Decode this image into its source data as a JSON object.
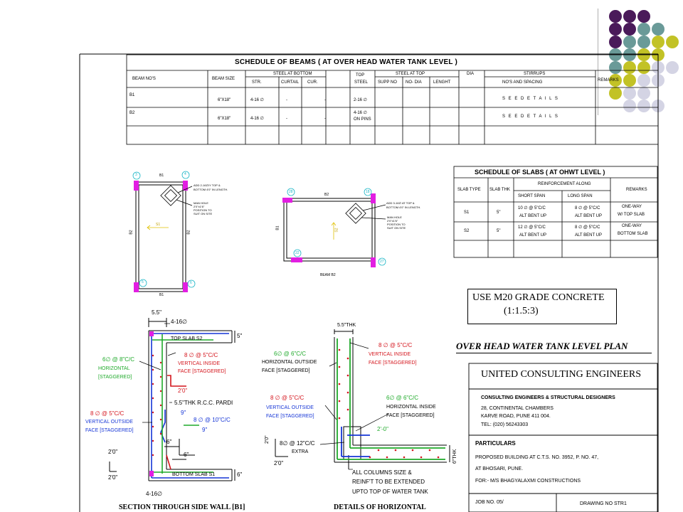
{
  "slide": {
    "deco_colors": [
      "#4a1a5a",
      "#6a9a98",
      "#c2c226",
      "#d4d4e4"
    ]
  },
  "beam_schedule": {
    "title": "SCHEDULE OF BEAMS ( AT OVER HEAD WATER TANK LEVEL )",
    "h_beam_nos": "BEAM NO'S",
    "h_beam_size": "BEAM SIZE",
    "h_steel_bottom": "STEEL AT BOTTOM",
    "h_str": "STR.",
    "h_curtail": "CURTAIL",
    "h_cur": "CUR.",
    "h_top": "TOP",
    "h_steel": "STEEL",
    "h_steel_top": "STEEL AT TOP",
    "h_supp_no": "SUPP NO",
    "h_no_dia": "NO- DIA",
    "h_lenght": "LENGHT",
    "h_dia": "DIA",
    "h_stirrups": "STIRRUPS",
    "h_nos_spacing": "NO'S AND SPACING",
    "h_remarks": "REMARKS",
    "rows": [
      {
        "beam": "B1",
        "size": "6\"X18\"",
        "str": "4-16 ∅",
        "curtail": "-",
        "cur": "-",
        "top1": "2-16 ∅",
        "top2": "",
        "stirrups": "S E E   D E T A I L S"
      },
      {
        "beam": "B2",
        "size": "6\"X18\"",
        "str": "4-16 ∅",
        "curtail": "-",
        "cur": "-",
        "top1": "4-16 ∅",
        "top2": "ON PINS",
        "stirrups": "S E E   D E T A I L S"
      }
    ]
  },
  "slab_schedule": {
    "title": "SCHEDULE OF SLABS ( AT OHWT LEVEL )",
    "h_slab_type": "SLAB TYPE",
    "h_slab_thk": "SLAB THK",
    "h_reinf": "REINFORCEMENT ALONG",
    "h_short": "SHORT SPAN",
    "h_long": "LONG SPAN",
    "h_remarks": "REMARKS",
    "rows": [
      {
        "type": "S1",
        "thk": "5\"",
        "short1": "10 ∅ @ 5\"C/C",
        "short2": "ALT BENT UP",
        "long1": "8 ∅ @ 5\"C/C",
        "long2": "ALT BENT UP",
        "rem1": "ONE-WAY",
        "rem2": "W/ TOP SLAB"
      },
      {
        "type": "S2",
        "thk": "5\"",
        "short1": "12 ∅ @ 5\"C/C",
        "short2": "ALT BENT UP",
        "long1": "8 ∅ @ 5\"C/C",
        "long2": "ALT BENT UP",
        "rem1": "ONE-WAY",
        "rem2": "BOTTOM SLAB"
      }
    ]
  },
  "plan_left": {
    "col_tl": "3",
    "col_tr": "4",
    "col_bl": "5",
    "col_br": "6",
    "beam_top": "B1",
    "beam_bottom": "B1",
    "beam_left": "B2",
    "beam_right": "B2",
    "slab": "S1",
    "note1": "ADD 2-16∅/Y TOP &",
    "note2": "BOTTOM 4'0\" IN LENGTH.",
    "hole1": "MAN HOLE",
    "hole2": "2'0\"x1'6\"",
    "hole3": "POSITION TO",
    "hole4": "SUIT ON SITE"
  },
  "plan_right": {
    "col_tl": "28",
    "col_tr": "18",
    "col_bl": "22",
    "col_br": "27",
    "beam_top": "B2",
    "beam_bottom": "BEAM B2",
    "beam_left": "B1",
    "slab": "S2",
    "note1": "ADD 3-16∅ AT TOP &",
    "note2": "BOTTOM 4'0\" IN LENGTH.",
    "hole1": "MAN HOLE",
    "hole2": "2'0\"x1'6\"",
    "hole3": "POSITION TO",
    "hole4": "SUIT ON SITE"
  },
  "concrete": {
    "line1": "USE M20 GRADE CONCRETE",
    "line2": "(1:1.5:3)"
  },
  "drawing_title": "OVER HEAD WATER TANK LEVEL PLAN",
  "title_block": {
    "company": "UNITED CONSULTING ENGINEERS",
    "sub": "CONSULTING ENGINEERS & STRUCTURAL DESIGNERS",
    "addr1": "28, CONTINENTAL CHAMBERS",
    "addr2": "KARVE ROAD, PUNE 411 004.",
    "tel": "TEL: (020) 56243303",
    "particulars": "PARTICULARS",
    "p1": "PROPOSED BUILDING AT C.T.S. NO. 3952, P. NO. 47,",
    "p2": "AT BHOSARI, PUNE.",
    "p3": "FOR:- M/S BHAGYALAXMI CONSTRUCTIONS",
    "job": "JOB NO. 05/",
    "drawing": "DRAWING NO STR1"
  },
  "section_side": {
    "dim_top": "5.5\"",
    "bar_top": "4-16∅",
    "top_slab": "TOP SLAB S2",
    "dim_5a": "5\"",
    "vert_inside1": "8 ∅ @ 5\"C/C",
    "vert_inside2": "VERTICAL INSIDE",
    "vert_inside3": "FACE [STAGGERED]",
    "horiz1": "6∅ @ 8\"C/C",
    "horiz2": "HORIZONTAL",
    "horiz3": "[STAGGERED]",
    "dim_20a": "2'0\"",
    "pardi": "5.5\"THK R.C.C. PARDI",
    "vert_out1": "8 ∅ @ 5\"C/C",
    "vert_out2": "VERTICAL OUTSIDE",
    "vert_out3": "FACE [STAGGERED]",
    "dim_9a": "9\"",
    "link": "8 ∅ @ 10\"C/C",
    "dim_9b": "9\"",
    "dim_6a": "6\"",
    "dim_6b": "6\"",
    "dim_20b": "2'0\"",
    "dim_20c": "2'0\"",
    "bottom_slab": "BOTTOM SLAB S1",
    "dim_6c": "6\"",
    "bar_bottom": "4-16∅",
    "caption": "SECTION THROUGH SIDE WALL [B1]"
  },
  "section_corner": {
    "dim_thk": "5.5\"THK",
    "vert_inside1": "8 ∅ @ 5\"C/C",
    "vert_inside2": "VERTICAL INSIDE",
    "vert_inside3": "FACE [STAGGERED]",
    "horiz_out1": "6∅ @ 6\"C/C",
    "horiz_out2": "HORIZONTAL OUTSIDE",
    "horiz_out3": "FACE [STAGGERED]",
    "vert_out1": "8 ∅ @ 5\"C/C",
    "vert_out2": "VERTICAL OUTSIDE",
    "vert_out3": "FACE [STAGGERED]",
    "horiz_in1": "6∅ @ 6\"C/C",
    "horiz_in2": "HORIZONTAL INSIDE",
    "horiz_in3": "FACE [STAGGERED]",
    "dim_20a": "2'-0\"",
    "extra1": "8∅ @ 12\"C/C",
    "extra2": "EXTRA",
    "dim_20b": "2'0\"",
    "dim_20c": "2'0\"",
    "dim_6thk": "6\"THK",
    "note1": "ALL COLUMNS SIZE &",
    "note2": "REINF'T TO BE EXTENDED",
    "note3": "UPTO TOP OF WATER TANK",
    "caption": "DETAILS OF HORIZONTAL"
  }
}
